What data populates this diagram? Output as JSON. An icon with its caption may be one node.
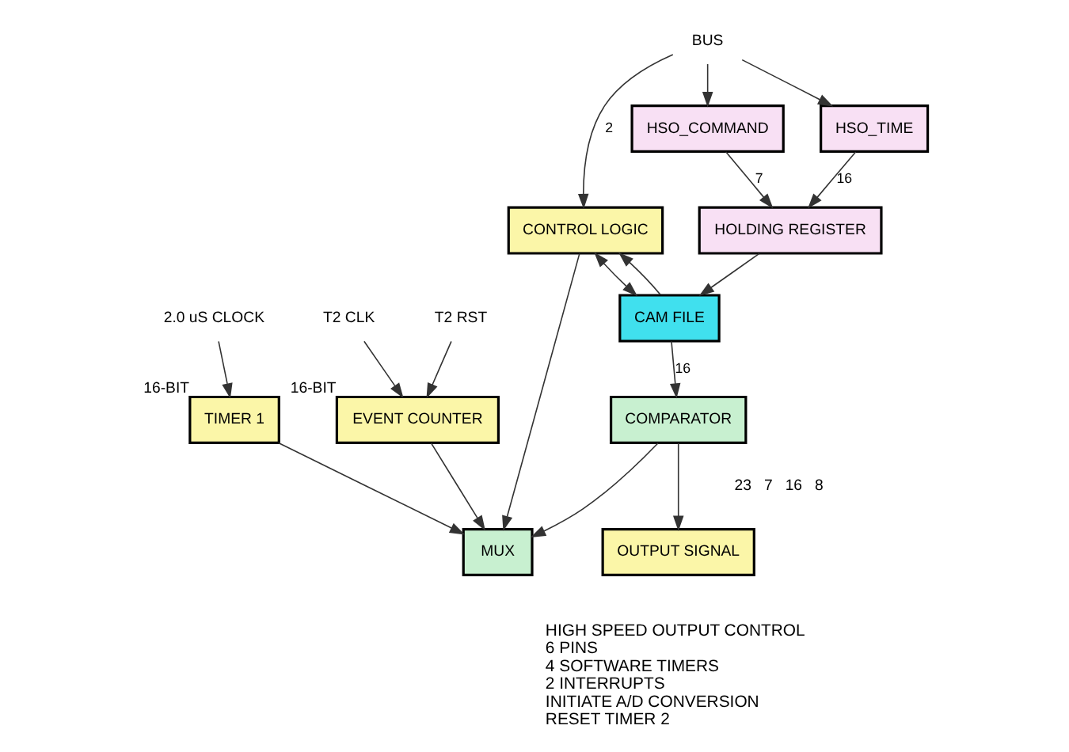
{
  "diagram": {
    "nodes": [
      {
        "text": [
          "2.0 uS CLOCK"
        ]
      },
      {
        "text": [
          "TIMER 1"
        ],
        "beside": [
          "16-BIT"
        ]
      },
      {
        "text": [
          "T2 CLK"
        ]
      },
      {
        "text": [
          "T2 RST"
        ]
      },
      {
        "text": [
          "EVENT COUNTER"
        ],
        "beside": [
          "16-BIT"
        ]
      },
      {
        "text": [
          "CONTROL LOGIC"
        ]
      },
      {
        "text": [
          "MUX"
        ]
      },
      {
        "text": [
          "CAM FILE"
        ]
      },
      {
        "text": [
          "COMPARATOR"
        ]
      },
      {
        "text": [
          "OUTPUT SIGNAL"
        ]
      },
      {
        "text": [
          "HOLDING REGISTER"
        ]
      },
      {
        "text": [
          "HSO_COMMAND"
        ]
      },
      {
        "text": [
          "HSO_TIME"
        ]
      },
      {
        "text": [
          "BUS"
        ]
      }
    ],
    "edges": [
      {
        "from": 0,
        "to": 1,
        "arrow": "to"
      },
      {
        "from": 2,
        "to": 4,
        "arrow": "to"
      },
      {
        "from": 3,
        "to": 4,
        "arrow": "to"
      },
      {
        "from": 1,
        "to": 6,
        "arrow": "to"
      },
      {
        "from": 4,
        "to": 6,
        "arrow": "to"
      },
      {
        "from": 5,
        "to": 6,
        "arrow": "to"
      },
      {
        "from": 8,
        "to": 6,
        "arrow": "to"
      },
      {
        "from": 5,
        "to": 7,
        "arrow": "both"
      },
      {
        "from": 7,
        "to": 5,
        "arrow": "to"
      },
      {
        "from": 7,
        "to": 8,
        "label": "16",
        "arrow": "to"
      },
      {
        "from": 8,
        "to": 9,
        "arrow": "to"
      },
      {
        "from": 10,
        "to": 7,
        "arrow": "to"
      },
      {
        "from": 11,
        "to": 10,
        "label": "7",
        "arrow": "to"
      },
      {
        "from": 12,
        "to": 10,
        "label": "16",
        "arrow": "to"
      },
      {
        "from": 13,
        "to": 5,
        "label": "2",
        "arrow": "to"
      },
      {
        "from": 13,
        "to": 11,
        "arrow": "to"
      },
      {
        "from": 13,
        "to": 12,
        "arrow": "to"
      }
    ],
    "labels": [
      "23",
      "7",
      "16",
      "8",
      "HIGH SPEED OUTPUT CONTROL",
      "6 PINS",
      "4 SOFTWARE TIMERS",
      "2 INTERRUPTS",
      "INITIATE A/D CONVERSION",
      "RESET TIMER 2"
    ]
  }
}
